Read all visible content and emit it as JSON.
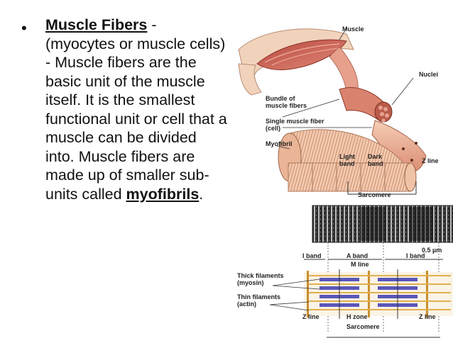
{
  "text": {
    "bullet": "•",
    "term": "Muscle Fibers",
    "body_1": "  - (myocytes or muscle cells)  -  Muscle fibers are the basic unit of the muscle itself.  It is the smallest functional unit or cell that a muscle can be divided into.  Muscle fibers are made up of smaller sub-units called ",
    "keyword": "myofibrils",
    "body_end": "."
  },
  "figure": {
    "labels": {
      "muscle": "Muscle",
      "nuclei": "Nuclei",
      "bundle_line1": "Bundle of",
      "bundle_line2": "muscle fibers",
      "single_line1": "Single muscle fiber",
      "single_line2": "(cell)",
      "myofibril": "Myofibril",
      "light_band_line1": "Light",
      "light_band_line2": "band",
      "dark_band_line1": "Dark",
      "dark_band_line2": "band",
      "z_line_top": "Z line",
      "sarcomere_top": "Sarcomere",
      "scale": "0.5 µm",
      "i_band_left": "I band",
      "a_band": "A band",
      "i_band_right": "I band",
      "m_line": "M line",
      "thick_line1": "Thick filaments",
      "thick_line2": "(myosin)",
      "thin_line1": "Thin filaments",
      "thin_line2": "(actin)",
      "z_line_left": "Z line",
      "h_zone": "H zone",
      "z_line_right": "Z line",
      "sarcomere_bottom": "Sarcomere"
    },
    "colors": {
      "muscle": "#c8655a",
      "fiber": "#e9a48c",
      "myofibril": "#f2c9a8",
      "arm": "#f1d3bc",
      "thick": "#5a56b8",
      "thin": "#e0b050",
      "zline": "#c98f2e"
    }
  }
}
